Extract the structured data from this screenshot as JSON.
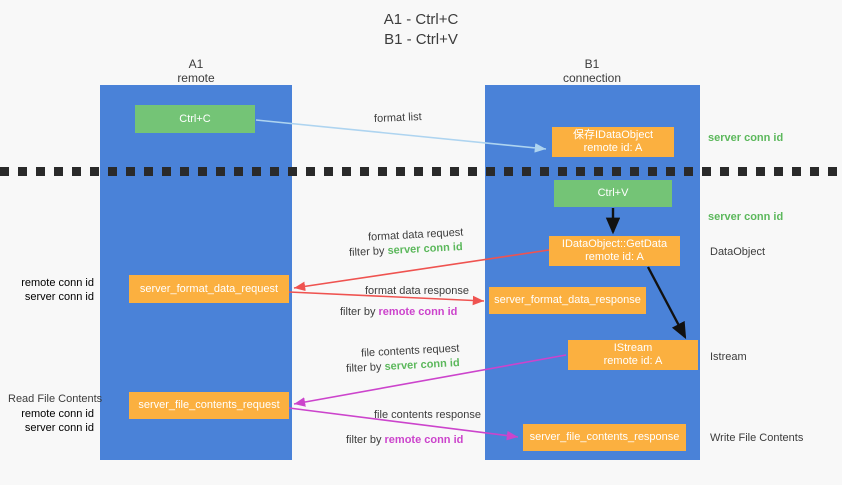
{
  "title": {
    "line1": "A1 - Ctrl+C",
    "line2": "B1 - Ctrl+V"
  },
  "colors": {
    "column": "#4a82d8",
    "green_node": "#74c476",
    "orange_node": "#fbb040",
    "background": "#f8f8f8",
    "server_conn_id": "#5cb85c",
    "remote_conn_id": "#cc44cc",
    "red_arrow": "#ef5350",
    "magenta_arrow": "#cc44cc",
    "light_blue_arrow": "#aed4f0",
    "black_arrow": "#111111"
  },
  "columns": [
    {
      "id": "a1",
      "line1": "A1",
      "line2": "remote"
    },
    {
      "id": "b1",
      "line1": "B1",
      "line2": "connection"
    }
  ],
  "nodes": {
    "ctrl_c": {
      "label": "Ctrl+C",
      "style": "green"
    },
    "idataobject": {
      "line1": "保存IDataObject",
      "line2": "remote id: A",
      "style": "orange"
    },
    "ctrl_v": {
      "label": "Ctrl+V",
      "style": "green"
    },
    "getdata": {
      "line1": "IDataObject::GetData",
      "line2": "remote id: A",
      "style": "orange"
    },
    "format_data_request": {
      "label": "server_format_data_request",
      "style": "orange"
    },
    "format_data_response": {
      "label": "server_format_data_response",
      "style": "orange"
    },
    "istream": {
      "line1": "IStream",
      "line2": "remote id: A",
      "style": "orange"
    },
    "file_contents_request": {
      "label": "server_file_contents_request",
      "style": "orange"
    },
    "file_contents_response": {
      "label": "server_file_contents_response",
      "style": "orange"
    }
  },
  "arrow_labels": {
    "format_list": "format list",
    "format_data_request": "format data request",
    "format_data_request_filter_prefix": "filter by ",
    "format_data_request_filter_value": "server conn id",
    "format_data_response": "format data response",
    "format_data_response_filter_prefix": "filter by ",
    "format_data_response_filter_value": "remote conn id",
    "file_contents_request": "file contents request",
    "file_contents_request_filter_prefix": "filter by ",
    "file_contents_request_filter_value": "server conn id",
    "file_contents_response": "file contents response",
    "file_contents_response_filter_prefix": "filter by ",
    "file_contents_response_filter_value": "remote conn id"
  },
  "right_annotations": {
    "server_conn_id_top": "server conn id",
    "server_conn_id_mid": "server conn id",
    "dataobject": "DataObject",
    "istream": "Istream",
    "write_file_contents": "Write File Contents"
  },
  "left_annotations": {
    "remote_conn_id_1": "remote conn id",
    "server_conn_id_1": "server conn id",
    "read_file_contents": "Read File Contents",
    "remote_conn_id_2": "remote conn id",
    "server_conn_id_2": "server conn id"
  }
}
